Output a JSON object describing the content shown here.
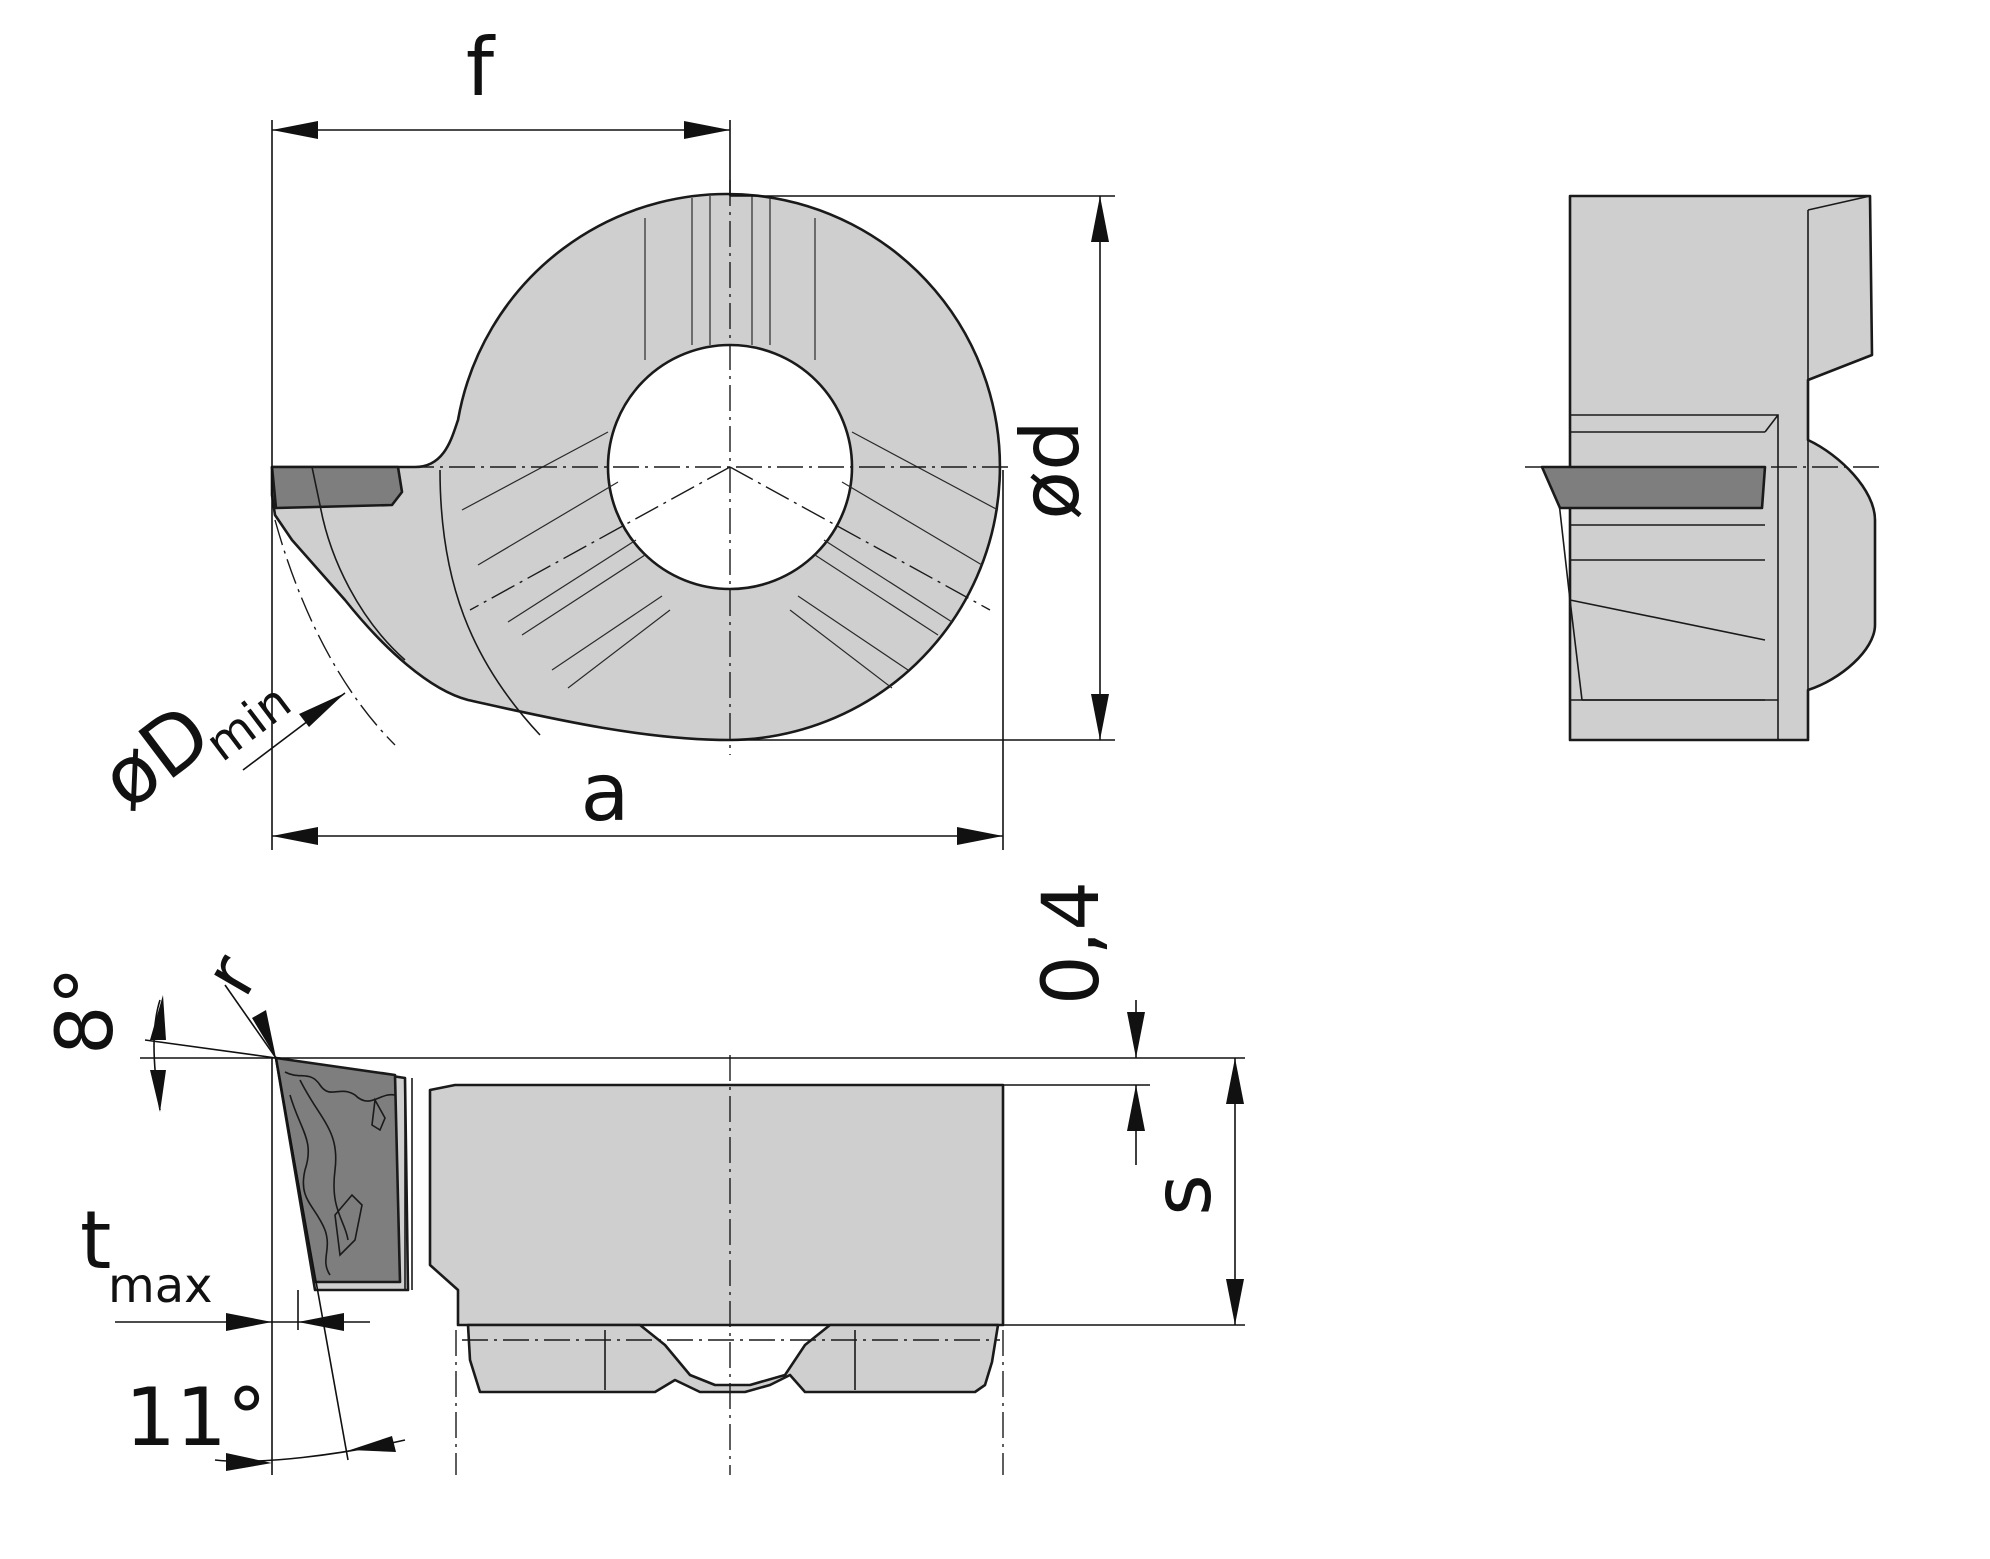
{
  "labels": {
    "f": "f",
    "d": "ød",
    "D": "øD",
    "D_sub": "min",
    "a": "a",
    "gap": "0,4",
    "r": "r",
    "angle_top": "8°",
    "s": "s",
    "t": "t",
    "t_sub": "max",
    "angle_bottom": "11°"
  },
  "colors": {
    "body": "#cfcfcf",
    "insert": "#7e7e7e",
    "line": "#1a1a1a"
  }
}
